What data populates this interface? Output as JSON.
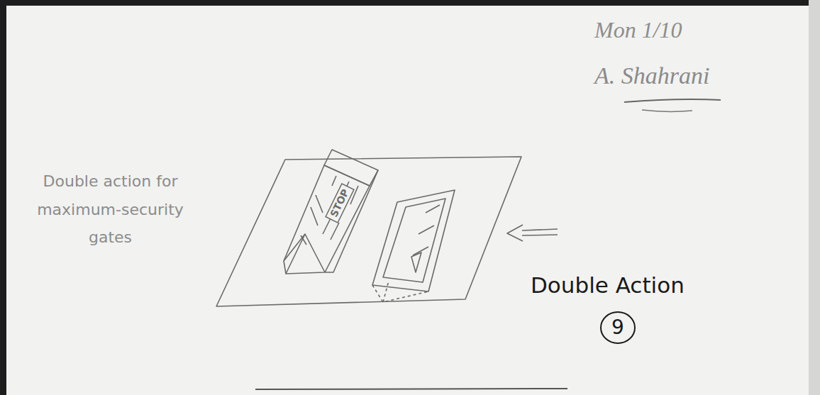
{
  "diagram": {
    "nodes": [
      {
        "text": [
          "STOP"
        ]
      },
      {
        "text": [
          "9"
        ]
      }
    ],
    "labels": [
      "Mon 1/10",
      "A. Shahrani",
      "Double action for maximum-security gates",
      "Double Action"
    ]
  }
}
